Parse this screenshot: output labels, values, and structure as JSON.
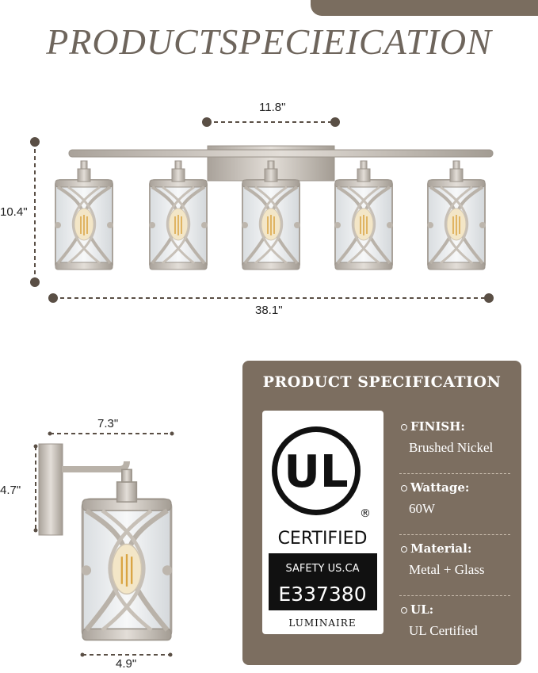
{
  "header": {
    "title": "PRODUCTSPECIEICATION"
  },
  "dimensions": {
    "backplate_width": "11.8\"",
    "height": "10.4\"",
    "total_width": "38.1\"",
    "single_extension": "7.3\"",
    "single_height": "4.7\"",
    "shade_width": "4.9\""
  },
  "spec_panel": {
    "title": "PRODUCT SPECIFICATION",
    "items": [
      {
        "label": "FINISH:",
        "value": "Brushed Nickel"
      },
      {
        "label": "Wattage:",
        "value": "60W"
      },
      {
        "label": "Material:",
        "value": "Metal + Glass"
      },
      {
        "label": "UL:",
        "value": "UL Certified"
      }
    ]
  },
  "ul_badge": {
    "logo": "UL",
    "registered": "®",
    "certified": "CERTIFIED",
    "safety": "SAFETY US.CA",
    "number": "E337380",
    "category": "LUMINAIRE"
  },
  "colors": {
    "panel": "#7c6e60",
    "dim_line": "#5a4f45",
    "metal": "#c4bdb3"
  }
}
